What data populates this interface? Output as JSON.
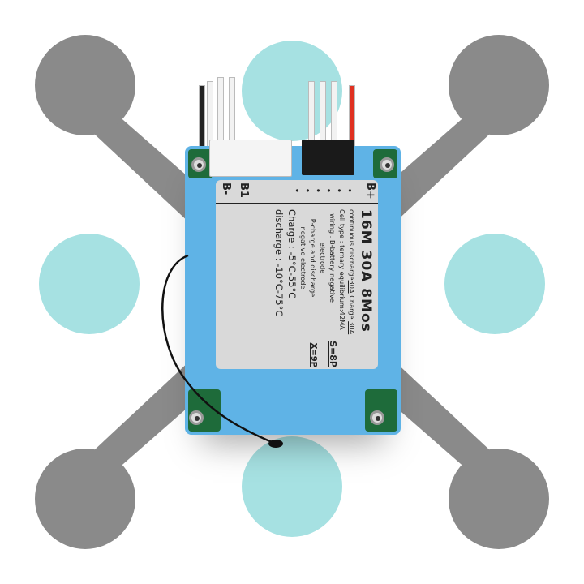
{
  "colors": {
    "lobes": "#8a8a8a",
    "circles": "#a6e1e2",
    "board": "#5fb3e6",
    "label": "#d9d9d9"
  },
  "label": {
    "terminals": {
      "bplus": "B+",
      "b1": "B1",
      "bminus": "B-"
    },
    "title": "16M  30A  8Mos",
    "line1": "continuous discharge",
    "line1_val": "30A",
    "line1_charge": "Charge",
    "line1_charge_val": "30A",
    "line2": "Cell type : ternary equilibrium:42MA",
    "line3": "wiring : B-battery negative electrode",
    "line3_val": "S=8P",
    "line4": "P-charge and discharge negative electrode",
    "line4_val": "X=9P",
    "charge_temp": "Charge :  -5°C-55°C",
    "discharge_temp": "discharge : -10°C-75°C"
  }
}
